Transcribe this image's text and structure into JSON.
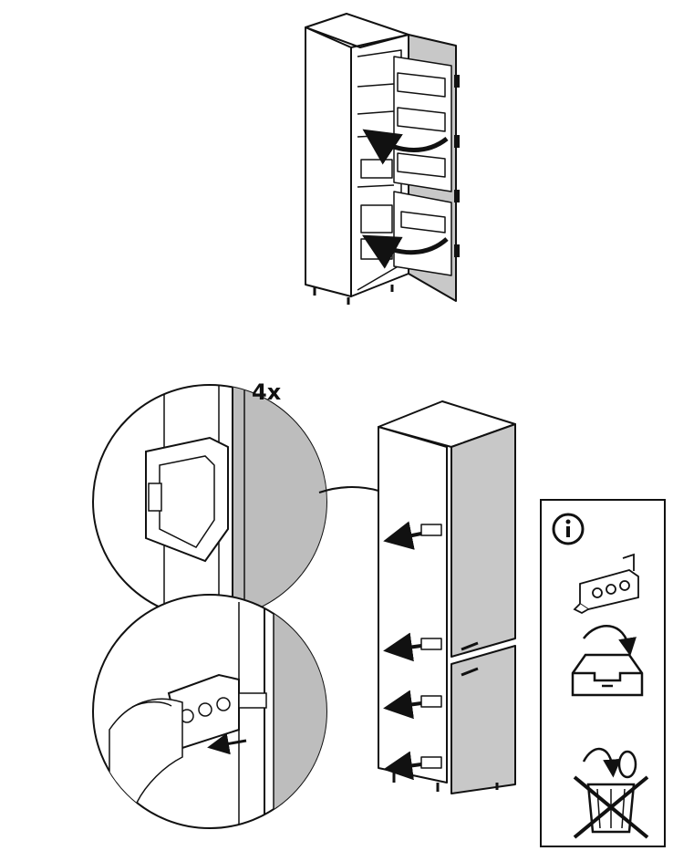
{
  "detail_callout": {
    "quantity_label": "4x"
  },
  "info_panel": {
    "icon": "info-icon",
    "items": [
      {
        "name": "spare-bracket",
        "icon": "bracket-icon"
      },
      {
        "name": "keep-in-drawer",
        "icon": "store-in-drawer-icon"
      },
      {
        "name": "do-not-discard",
        "icon": "crossed-out-bin-icon"
      }
    ]
  },
  "colors": {
    "line": "#111111",
    "door_fill": "#c8c8c8",
    "callout_grey": "#bdbdbd",
    "background": "#ffffff"
  }
}
